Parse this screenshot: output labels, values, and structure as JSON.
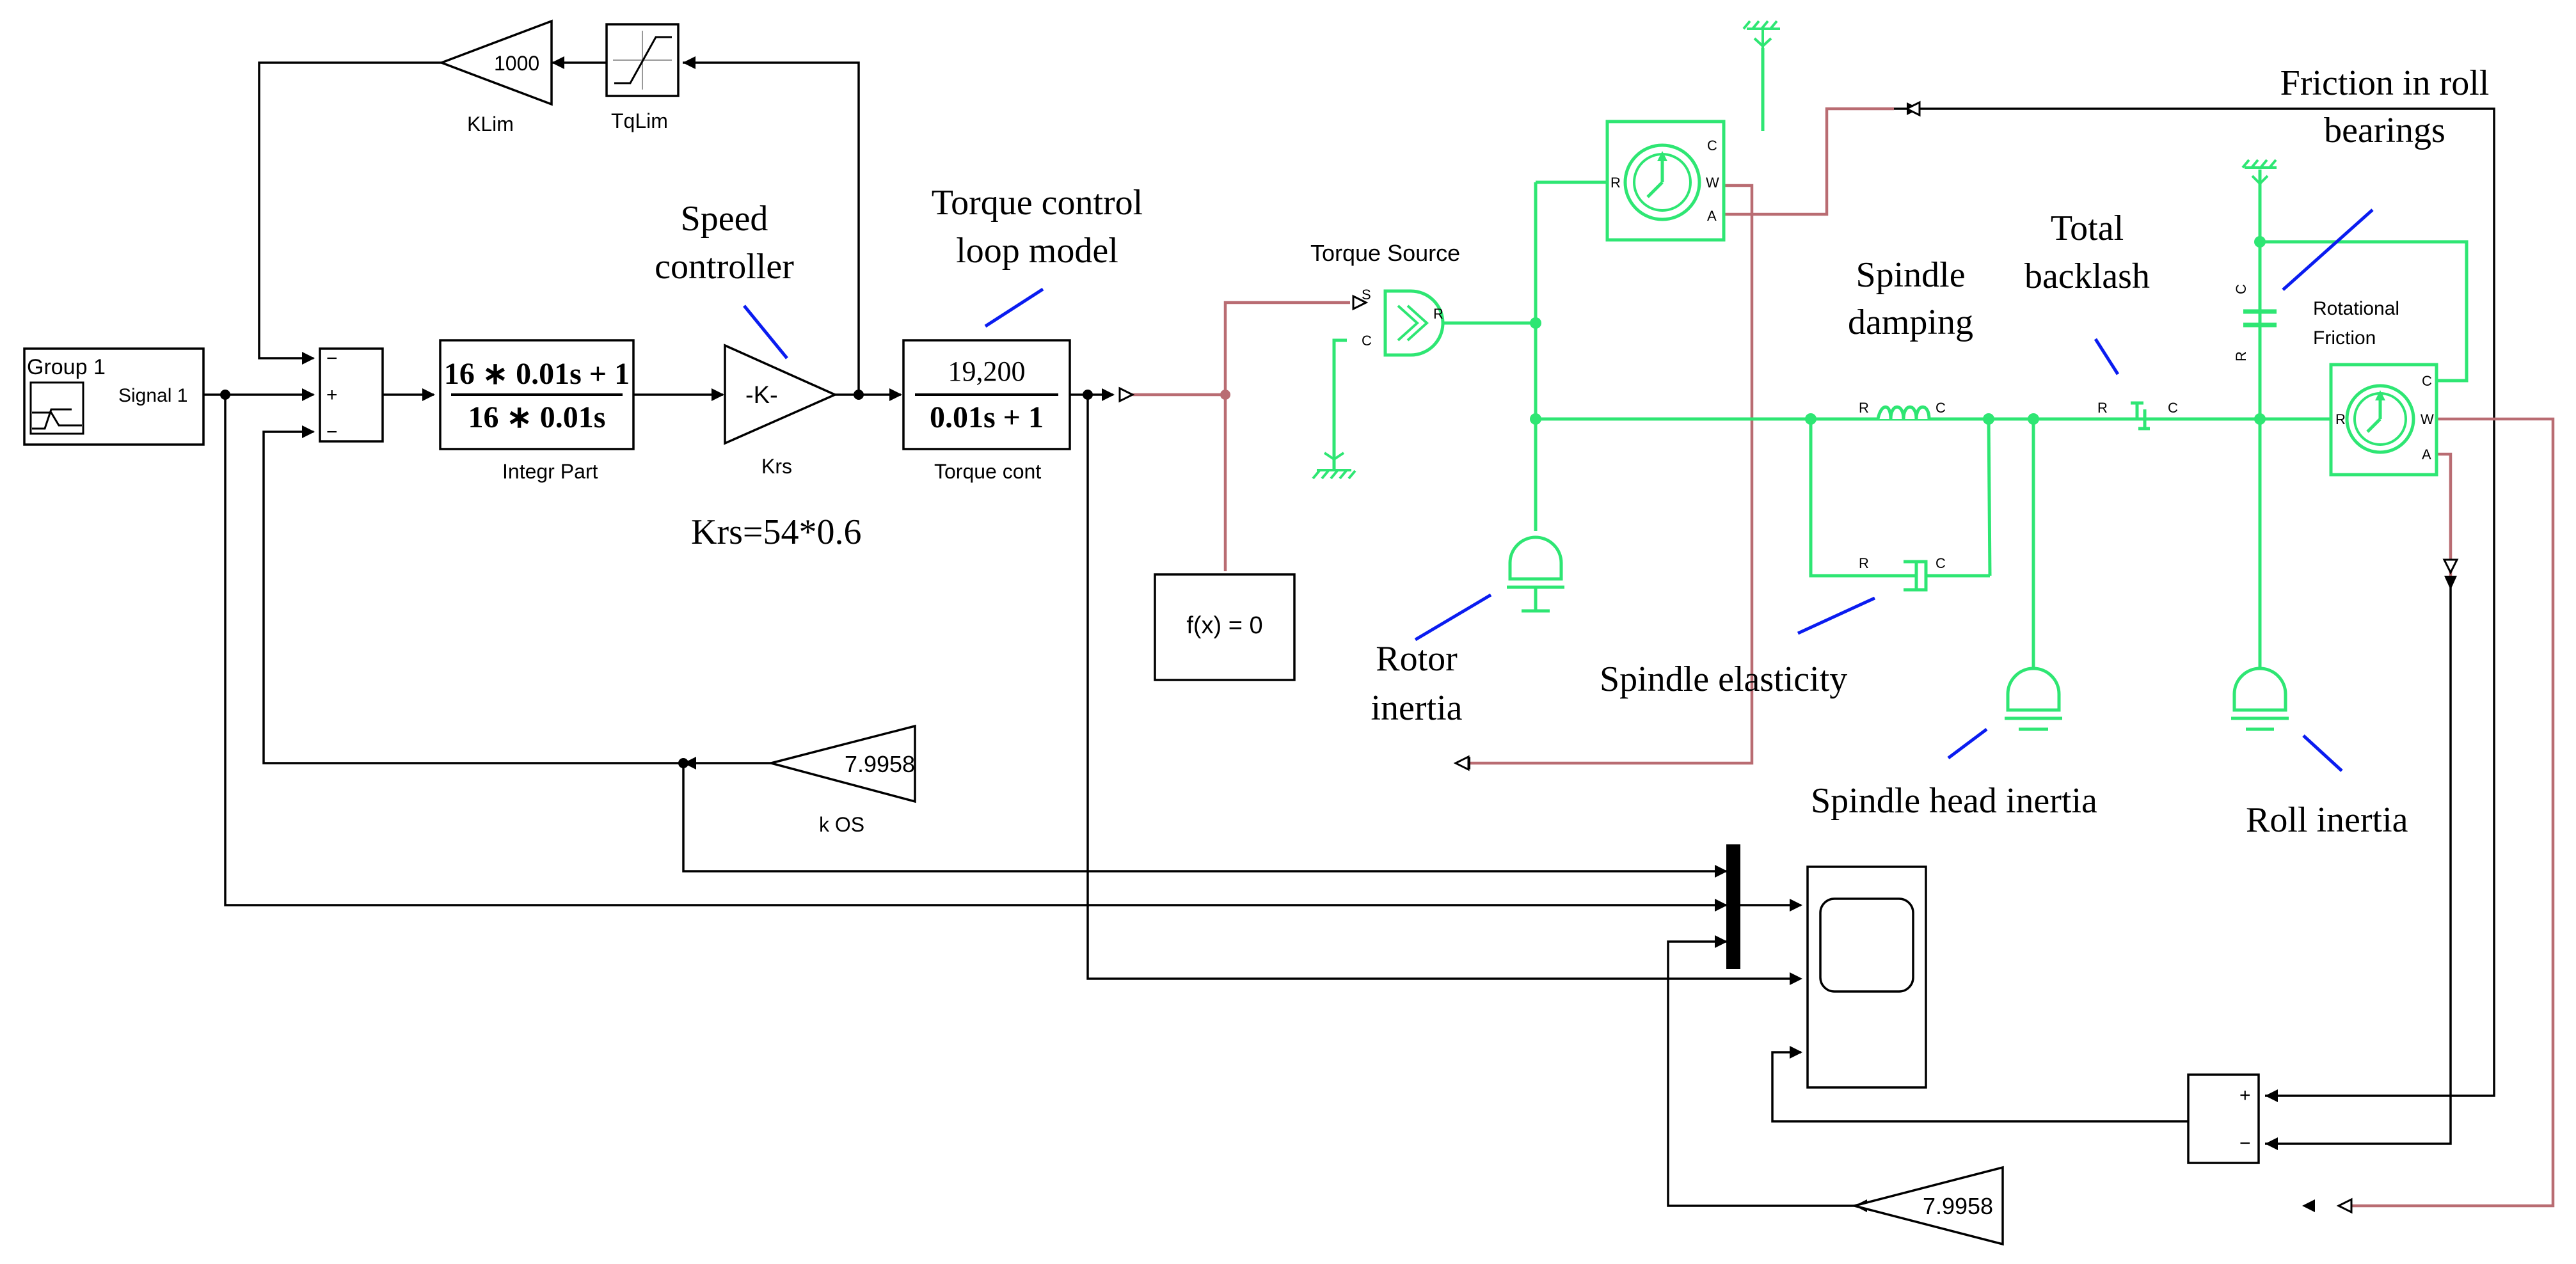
{
  "colors": {
    "signal_line": "#000000",
    "physical_line": "#2ee673",
    "ps_converter_line": "#b96c72",
    "annotation_pointer": "#0a1cf0",
    "background": "#ffffff"
  },
  "blocks": {
    "signal_builder": {
      "title": "Group 1",
      "port": "Signal 1"
    },
    "sum_main_signs": [
      "−",
      "+",
      "−"
    ],
    "klim": {
      "value": "1000",
      "label": "KLim"
    },
    "tqlim": {
      "label": "TqLim"
    },
    "integr_part": {
      "numerator": "16 ∗ 0.01s + 1",
      "denominator": "16 ∗ 0.01s",
      "label": "Integr Part"
    },
    "krs": {
      "value": "-K-",
      "label": "Krs"
    },
    "torque_cont": {
      "numerator": "19,200",
      "denominator": "0.01s + 1",
      "label": "Torque cont"
    },
    "solver": {
      "text": "f(x) = 0"
    },
    "k_os": {
      "value": "7.9958",
      "label": "k OS"
    },
    "gain_bottom": {
      "value": "7.9958"
    },
    "sum_bottom_signs": [
      "+",
      "−"
    ],
    "torque_source": {
      "label": "Torque Source",
      "port_s": "S",
      "port_c": "C",
      "port_r": "R"
    },
    "motion_sensor_top": {
      "port_r": "R",
      "port_c": "C",
      "port_w": "W",
      "port_a": "A"
    },
    "motion_sensor_right": {
      "port_r": "R",
      "port_c": "C",
      "port_w": "W",
      "port_a": "A"
    },
    "rotational_friction": {
      "label": "Rotational\nFriction",
      "line1": "Rotational",
      "line2": "Friction"
    },
    "spring": {
      "port_r": "R",
      "port_c": "C"
    },
    "damper": {
      "port_r": "R",
      "port_c": "C"
    },
    "backlash": {
      "port_r": "R",
      "port_c": "C"
    },
    "friction_rc": {
      "port_c": "C",
      "port_r": "R"
    }
  },
  "annotations": {
    "speed_controller": [
      "Speed",
      "controller"
    ],
    "torque_loop": [
      "Torque control",
      "loop model"
    ],
    "krs_formula": "Krs=54*0.6",
    "rotor_inertia": [
      "Rotor",
      "inertia"
    ],
    "spindle_damping": [
      "Spindle",
      "damping"
    ],
    "total_backlash": [
      "Total",
      "backlash"
    ],
    "friction_bearings": [
      "Friction in roll",
      "bearings"
    ],
    "spindle_elasticity": "Spindle elasticity",
    "spindle_head_inertia": "Spindle head inertia",
    "roll_inertia": "Roll inertia"
  }
}
